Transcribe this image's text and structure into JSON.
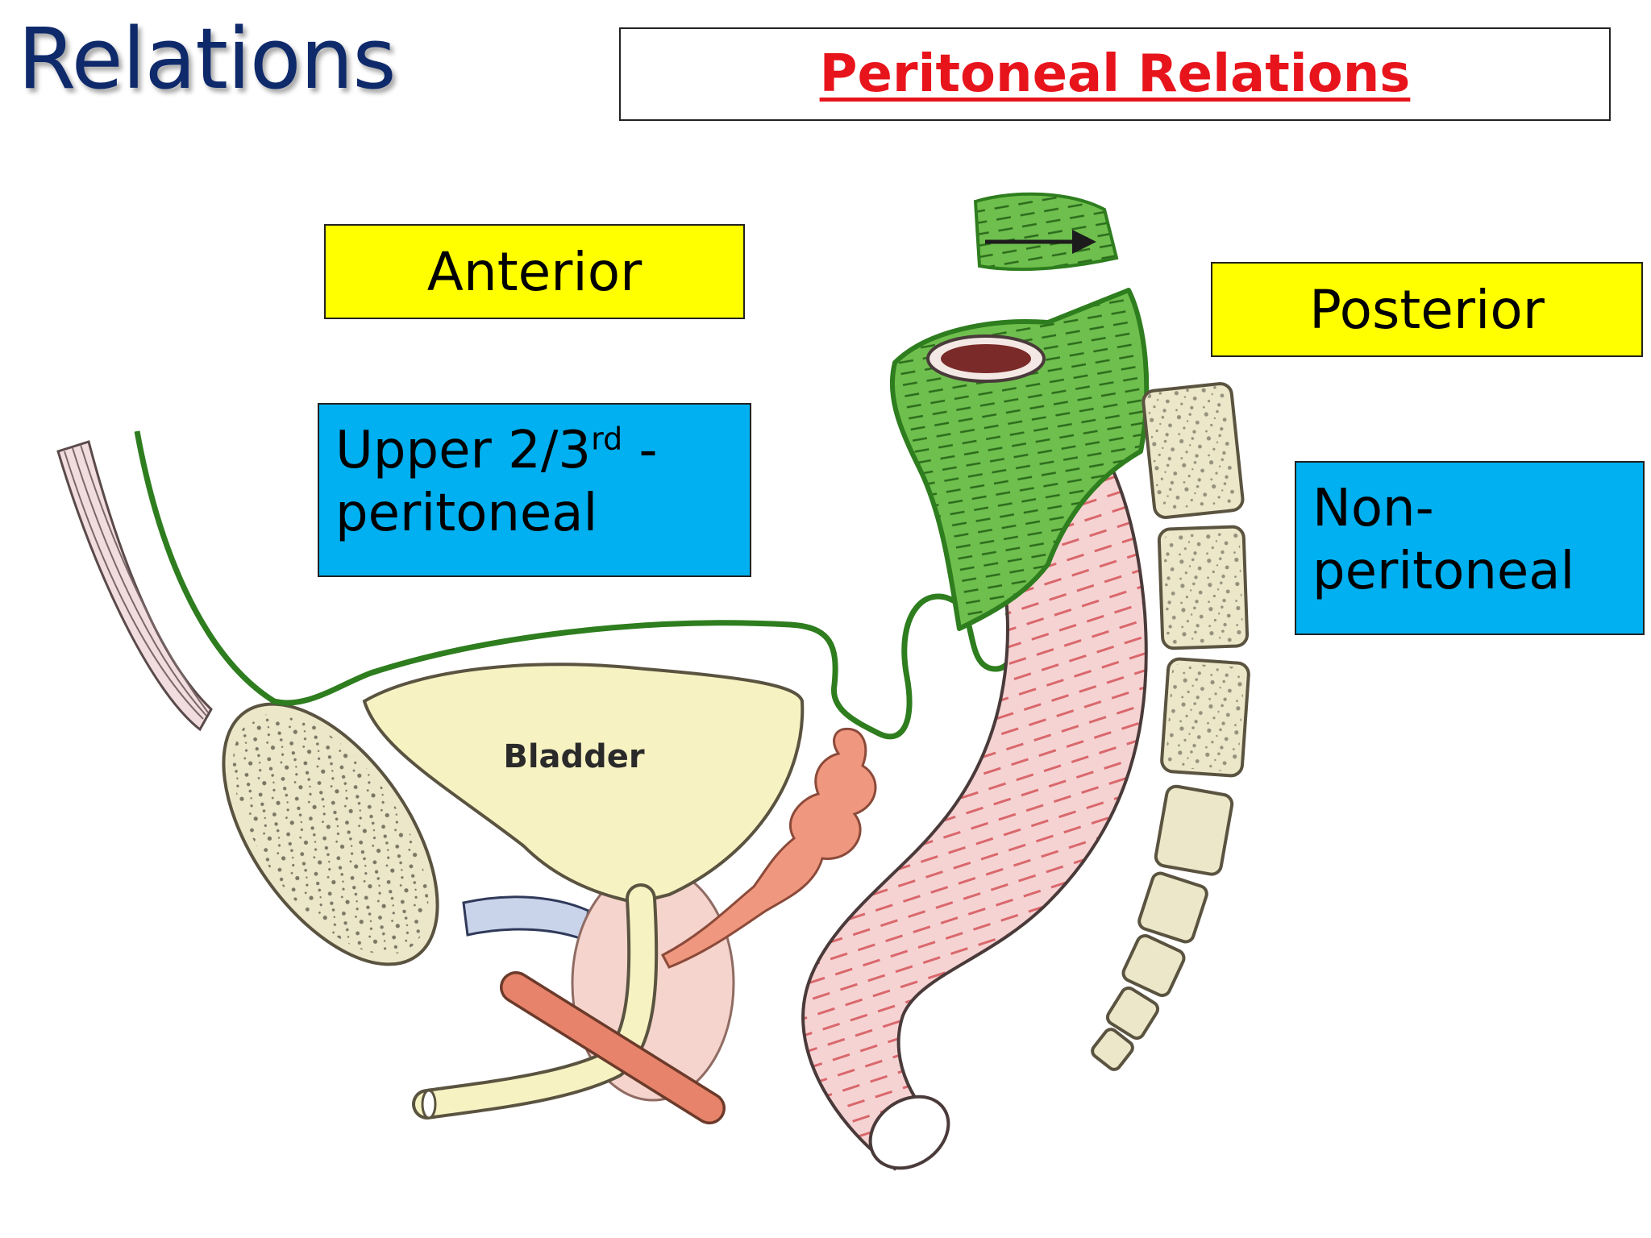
{
  "slide": {
    "title": "Relations",
    "heading": "Peritoneal Relations"
  },
  "labels": {
    "anterior": "Anterior",
    "posterior": "Posterior",
    "upper_main": "Upper 2/3",
    "upper_sup": "rd",
    "upper_tail": " -",
    "upper_line2": "peritoneal",
    "non_line1": "Non-",
    "non_line2": "peritoneal"
  },
  "diagram": {
    "bladder_label": "Bladder"
  },
  "colors": {
    "title": "#0f2a6b",
    "heading": "#e8141c",
    "yellow_box": "#ffff00",
    "blue_box": "#00b0f0",
    "peritoneum": "#2e7d1e",
    "peritoneal_cuff": "#6fbf4e",
    "rectum": "#f6d3d3",
    "rectum_stripes": "#d9686c",
    "bladder": "#f7f2c2",
    "bone": "#ece7c9",
    "vas_deferens": "#e98a72"
  }
}
